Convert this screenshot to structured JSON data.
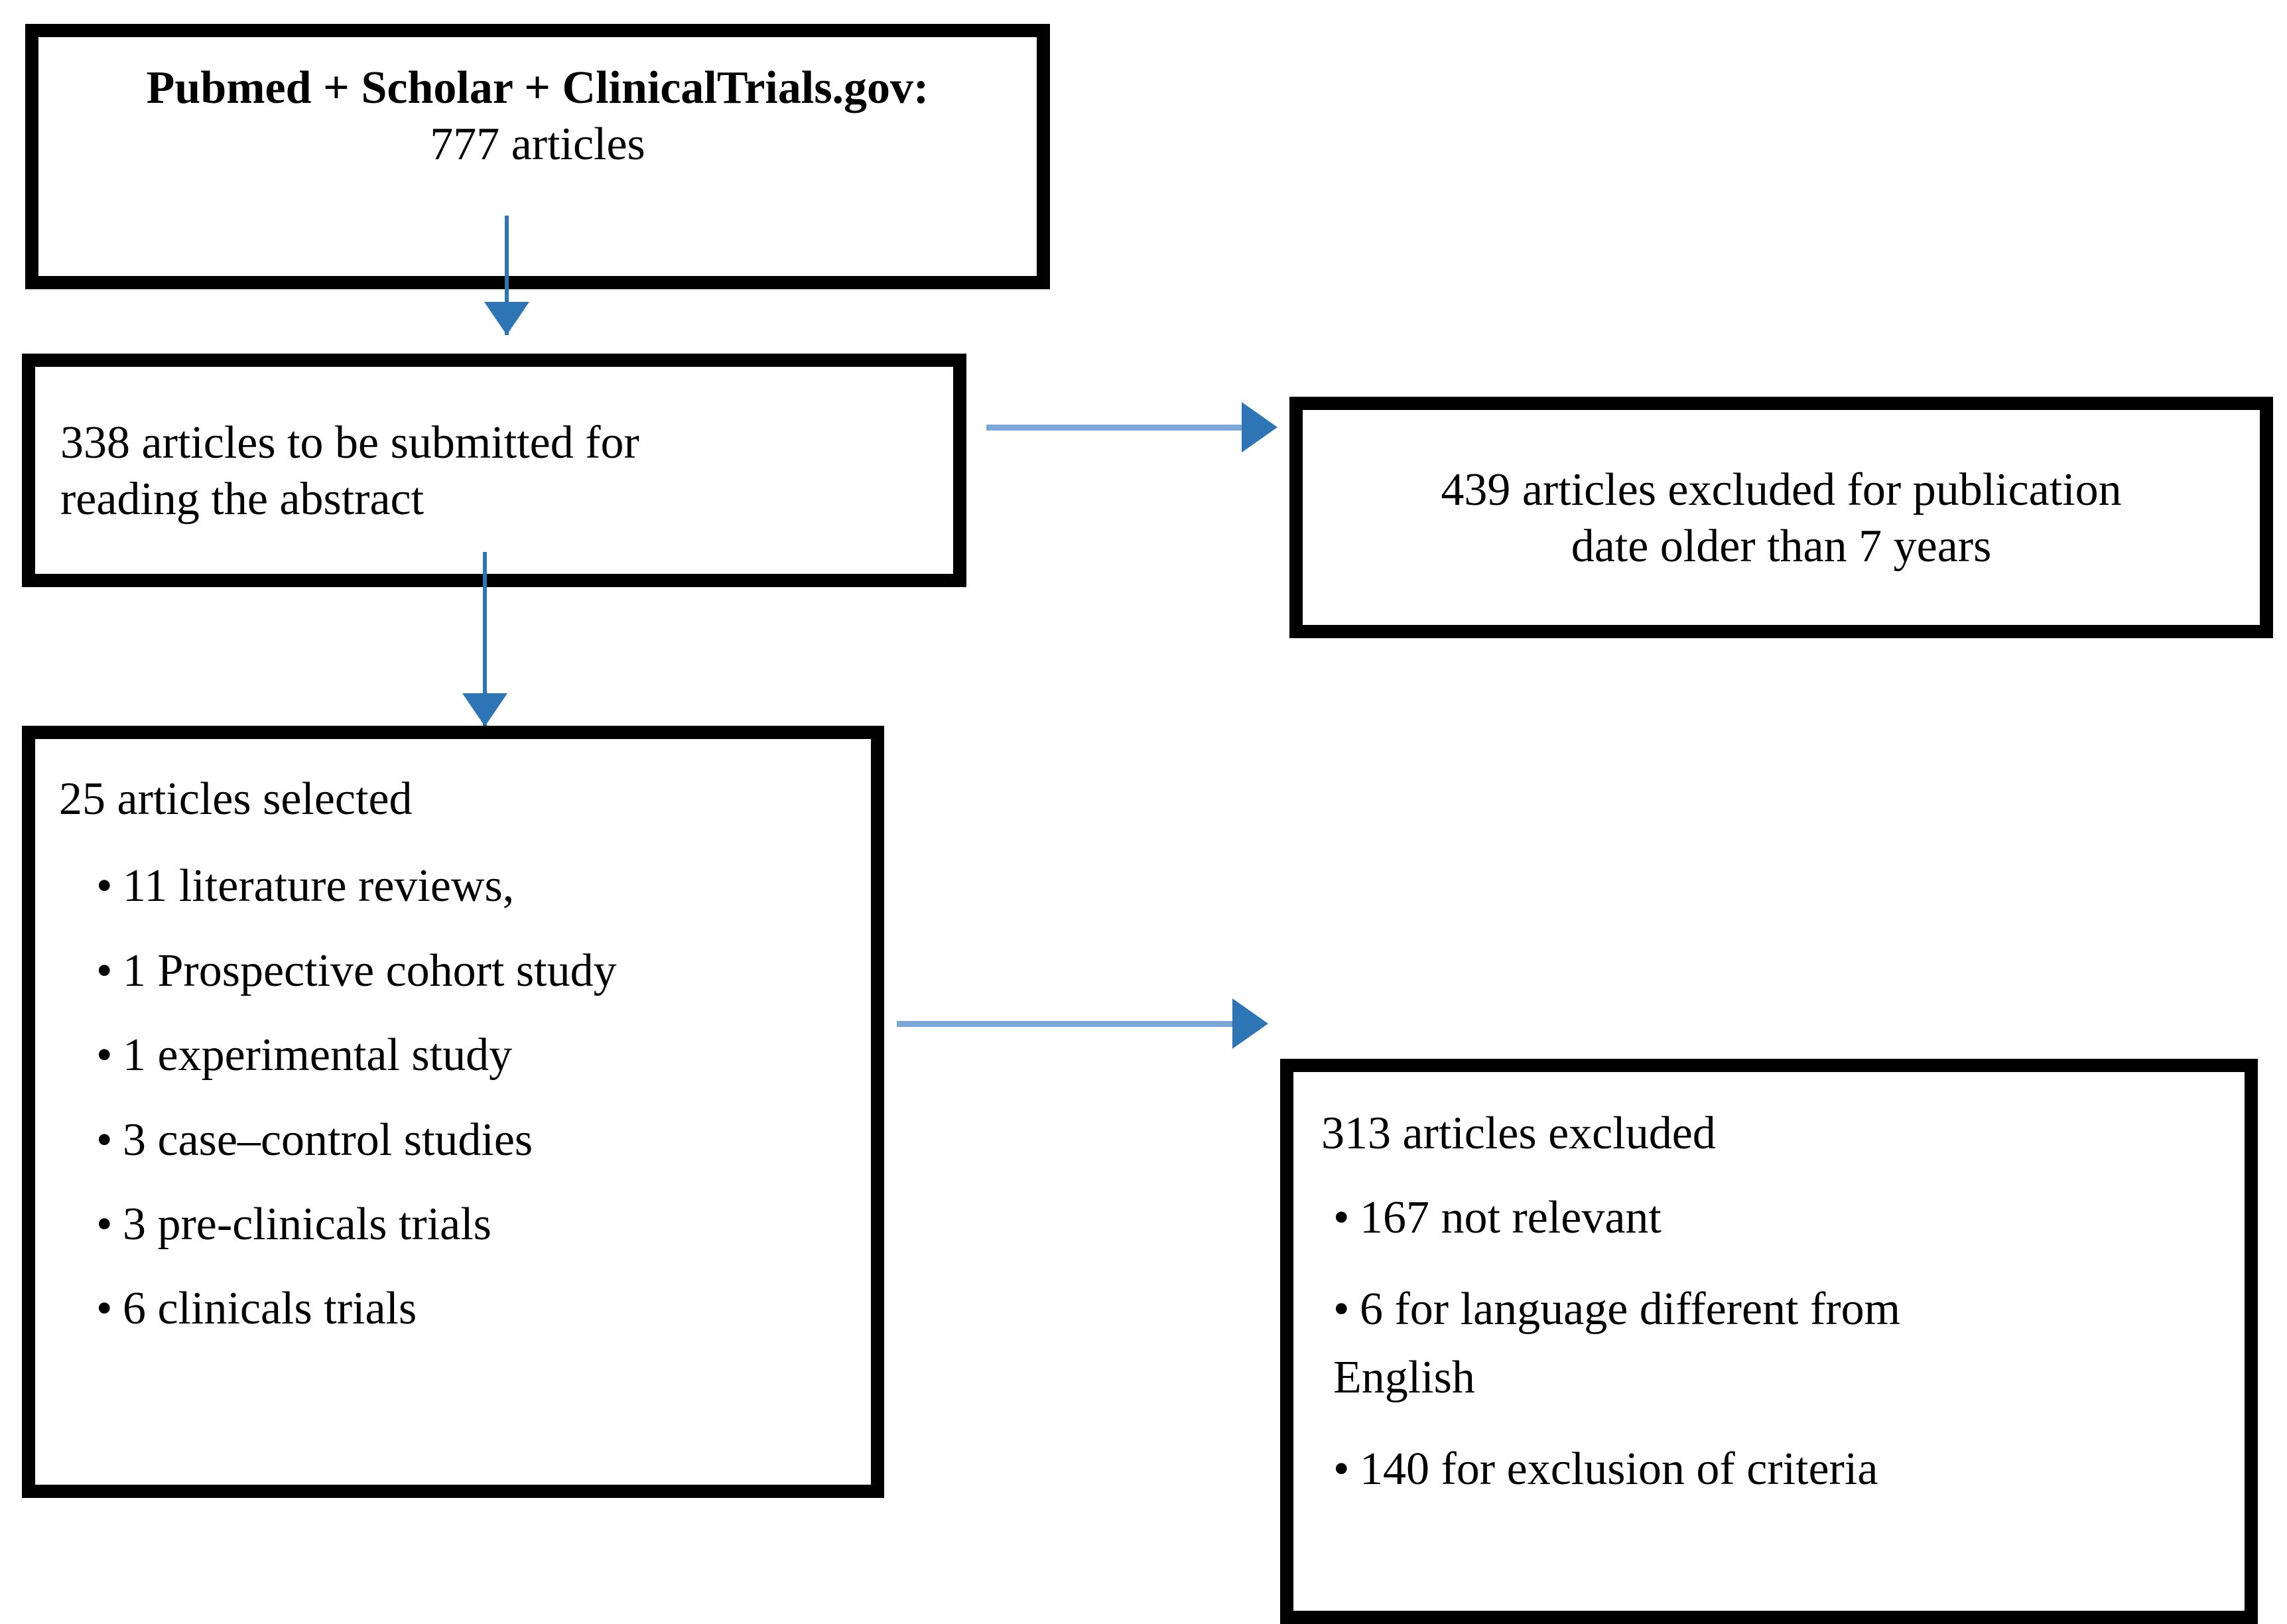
{
  "diagram": {
    "type": "flowchart",
    "title": "Article selection flow diagram",
    "accent_line_color": "#7BA7DA",
    "accent_head_color": "#2E75B6",
    "box_border_color": "#000000",
    "background_color": "#FFFFFF"
  },
  "boxes": {
    "search_sources": {
      "name": "search-sources-box",
      "line1": "Pubmed + Scholar + ClinicalTrials.gov:",
      "line2": "777 articles",
      "count": 777
    },
    "abstract_screening": {
      "name": "abstract-screening-box",
      "line1": "338 articles to be submitted for",
      "line2": "reading the abstract",
      "count": 338
    },
    "selected_articles": {
      "name": "selected-articles-box",
      "title": "25 articles selected",
      "count": 25,
      "items": [
        {
          "bullet": "•",
          "label": "11 literature reviews,"
        },
        {
          "bullet": "•",
          "label": "1 Prospective cohort study"
        },
        {
          "bullet": "•",
          "label": "1 experimental study"
        },
        {
          "bullet": "•",
          "label": "3 case–control studies"
        },
        {
          "bullet": "•",
          "label": "3 pre-clinicals trials"
        },
        {
          "bullet": "•",
          "label": "6 clinicals trials"
        }
      ]
    },
    "excluded_by_date": {
      "name": "excluded-by-date-box",
      "line1": "439 articles excluded for publication",
      "line2": "date older than 7 years",
      "count": 439
    },
    "excluded_other": {
      "name": "excluded-other-box",
      "title": "313 articles excluded",
      "count": 313,
      "items": [
        {
          "bullet": "•",
          "label": "167 not relevant"
        },
        {
          "bullet": "•",
          "label": "6 for language different from"
        },
        {
          "bullet": "•",
          "label": "140 for exclusion of criteria"
        }
      ],
      "continuation": "English"
    }
  },
  "arrows": [
    {
      "name": "arrow-search-to-abstract",
      "from": "search_sources",
      "to": "abstract_screening",
      "direction": "down"
    },
    {
      "name": "arrow-abstract-to-selected",
      "from": "abstract_screening",
      "to": "selected_articles",
      "direction": "down"
    },
    {
      "name": "arrow-abstract-to-date",
      "from": "abstract_screening",
      "to": "excluded_by_date",
      "direction": "right"
    },
    {
      "name": "arrow-selected-to-excluded",
      "from": "selected_articles",
      "to": "excluded_other",
      "direction": "right"
    }
  ]
}
